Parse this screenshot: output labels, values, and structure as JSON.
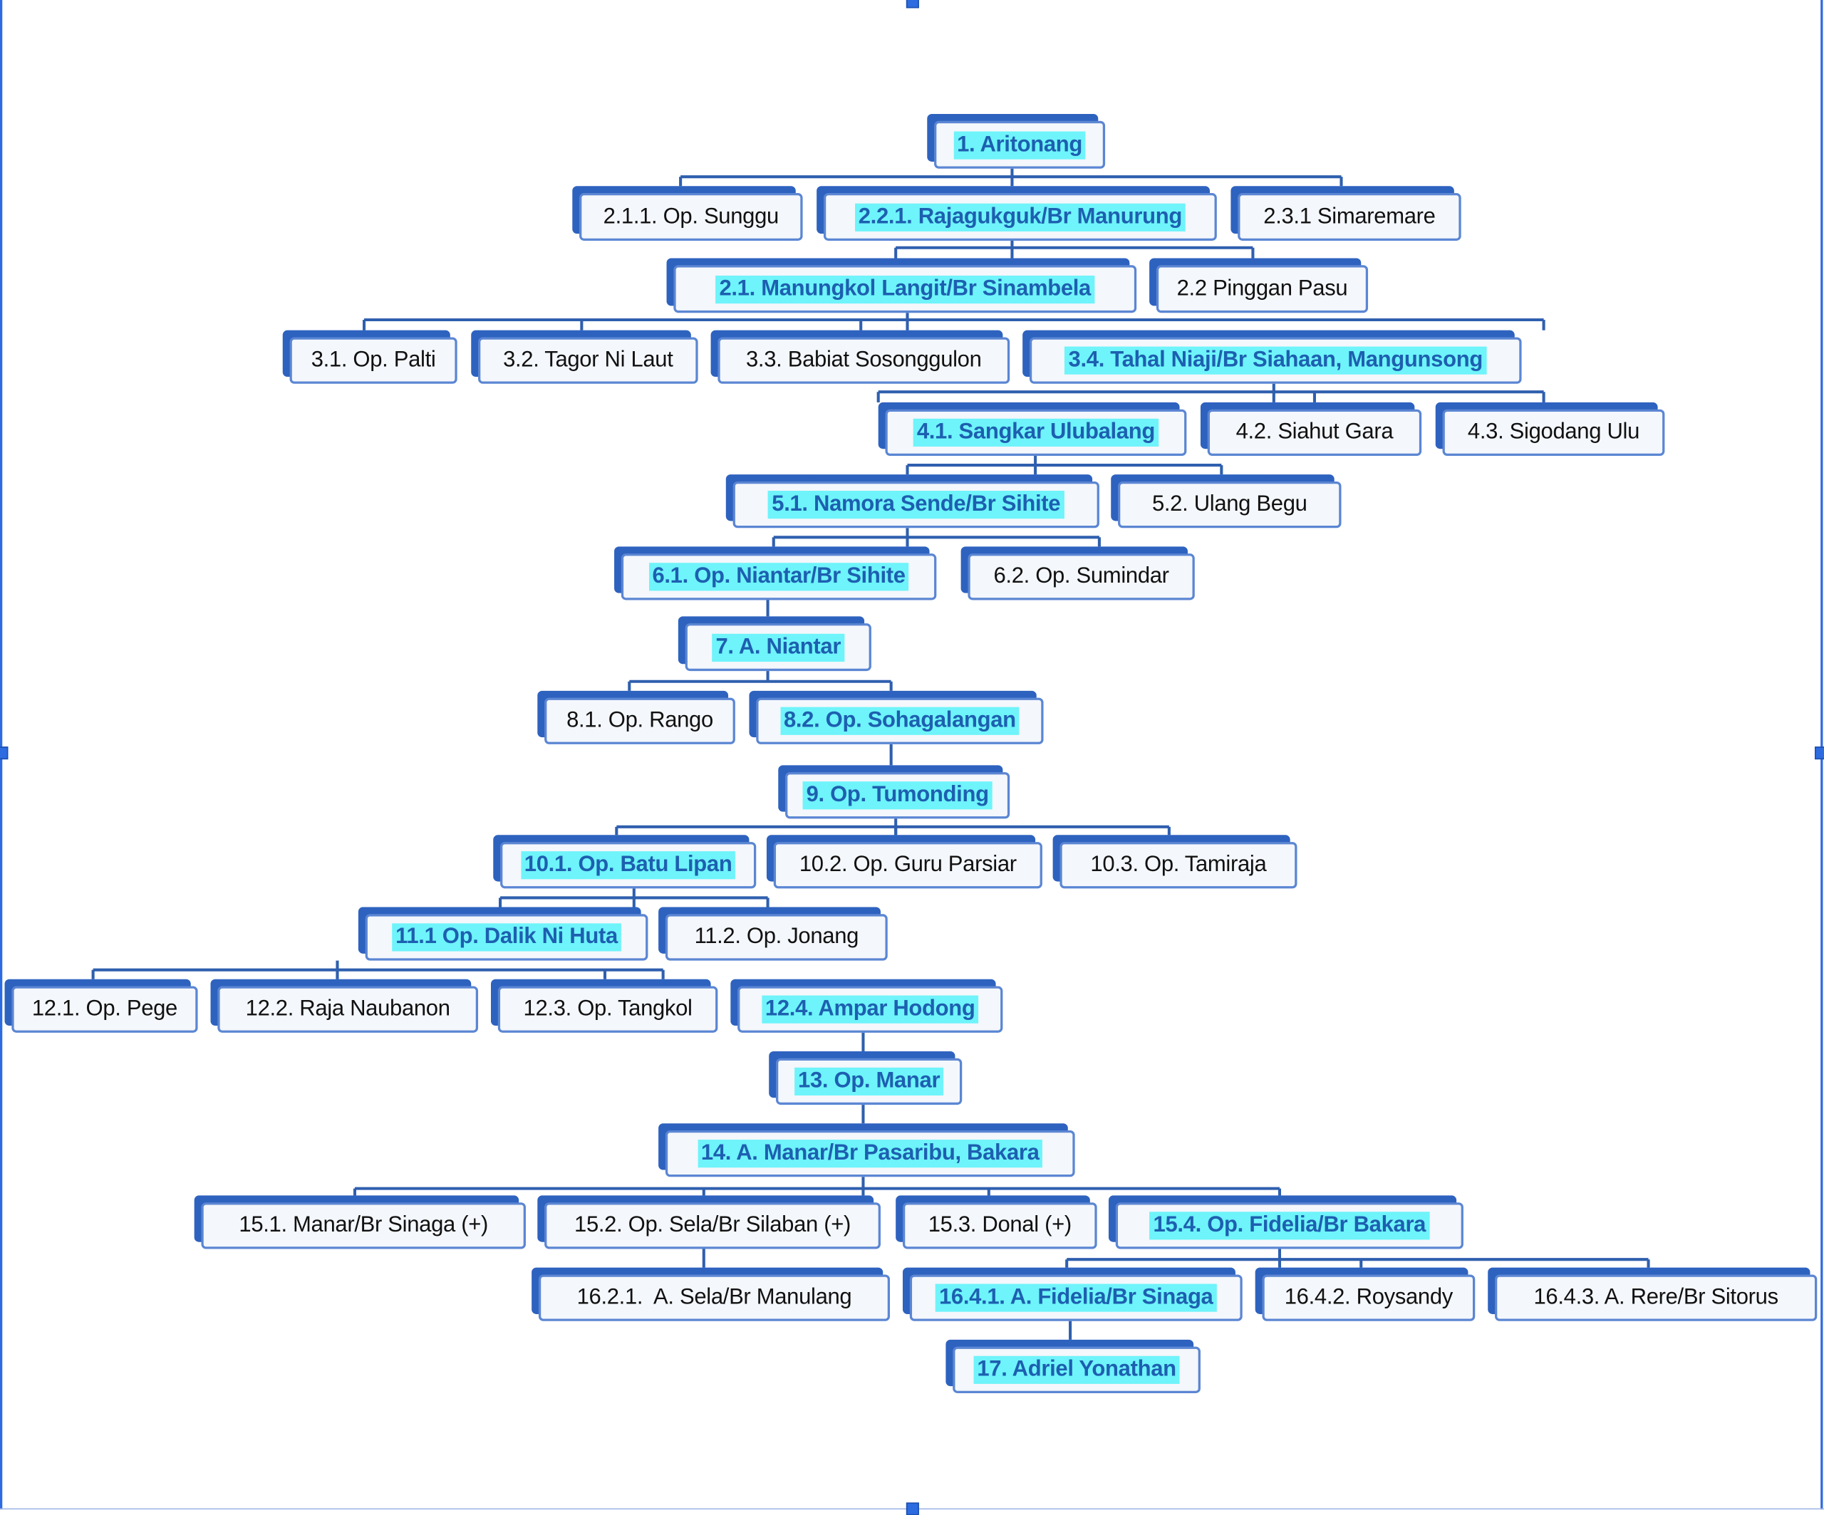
{
  "diagram": {
    "nodes": [
      {
        "label": "1. Aritonang",
        "highlighted": true
      },
      {
        "label": "2.1.1. Op. Sunggu",
        "highlighted": false
      },
      {
        "label": "2.2.1. Rajagukguk/Br Manurung",
        "highlighted": true
      },
      {
        "label": "2.3.1 Simaremare",
        "highlighted": false
      },
      {
        "label": "2.1. Manungkol Langit/Br Sinambela",
        "highlighted": true
      },
      {
        "label": "2.2 Pinggan Pasu",
        "highlighted": false
      },
      {
        "label": "3.1. Op. Palti",
        "highlighted": false
      },
      {
        "label": "3.2. Tagor Ni Laut",
        "highlighted": false
      },
      {
        "label": "3.3. Babiat Sosonggulon",
        "highlighted": false
      },
      {
        "label": "3.4. Tahal Niaji/Br Siahaan, Mangunsong",
        "highlighted": true
      },
      {
        "label": "4.1. Sangkar Ulubalang",
        "highlighted": true
      },
      {
        "label": "4.2. Siahut Gara",
        "highlighted": false
      },
      {
        "label": "4.3. Sigodang Ulu",
        "highlighted": false
      },
      {
        "label": "5.1. Namora Sende/Br Sihite",
        "highlighted": true
      },
      {
        "label": "5.2. Ulang Begu",
        "highlighted": false
      },
      {
        "label": "6.1. Op. Niantar/Br Sihite",
        "highlighted": true
      },
      {
        "label": "6.2. Op. Sumindar",
        "highlighted": false
      },
      {
        "label": "7. A. Niantar",
        "highlighted": true
      },
      {
        "label": "8.1. Op. Rango",
        "highlighted": false
      },
      {
        "label": "8.2. Op. Sohagalangan",
        "highlighted": true
      },
      {
        "label": "9. Op. Tumonding",
        "highlighted": true
      },
      {
        "label": "10.1. Op. Batu Lipan",
        "highlighted": true
      },
      {
        "label": "10.2. Op. Guru Parsiar",
        "highlighted": false
      },
      {
        "label": "10.3. Op. Tamiraja",
        "highlighted": false
      },
      {
        "label": "11.1 Op. Dalik Ni Huta",
        "highlighted": true
      },
      {
        "label": "11.2. Op. Jonang",
        "highlighted": false
      },
      {
        "label": "12.1. Op. Pege",
        "highlighted": false
      },
      {
        "label": "12.2. Raja Naubanon",
        "highlighted": false
      },
      {
        "label": "12.3. Op. Tangkol",
        "highlighted": false
      },
      {
        "label": "12.4. Ampar Hodong",
        "highlighted": true
      },
      {
        "label": "13. Op. Manar",
        "highlighted": true
      },
      {
        "label": "14. A. Manar/Br Pasaribu, Bakara",
        "highlighted": true
      },
      {
        "label": "15.1. Manar/Br Sinaga (+)",
        "highlighted": false
      },
      {
        "label": "15.2. Op. Sela/Br Silaban (+)",
        "highlighted": false
      },
      {
        "label": "15.3. Donal (+)",
        "highlighted": false
      },
      {
        "label": "15.4. Op. Fidelia/Br Bakara",
        "highlighted": true
      },
      {
        "label": "16.2.1.  A. Sela/Br Manulang",
        "highlighted": false
      },
      {
        "label": "16.4.1. A. Fidelia/Br Sinaga",
        "highlighted": true
      },
      {
        "label": "16.4.2. Roysandy",
        "highlighted": false
      },
      {
        "label": "16.4.3. A. Rere/Br Sitorus",
        "highlighted": false
      },
      {
        "label": "17. Adriel Yonathan",
        "highlighted": true
      }
    ]
  },
  "colors": {
    "highlight": "#6ef4fa",
    "node_shadow": "#2e62bf",
    "line": "#2f5fae"
  }
}
